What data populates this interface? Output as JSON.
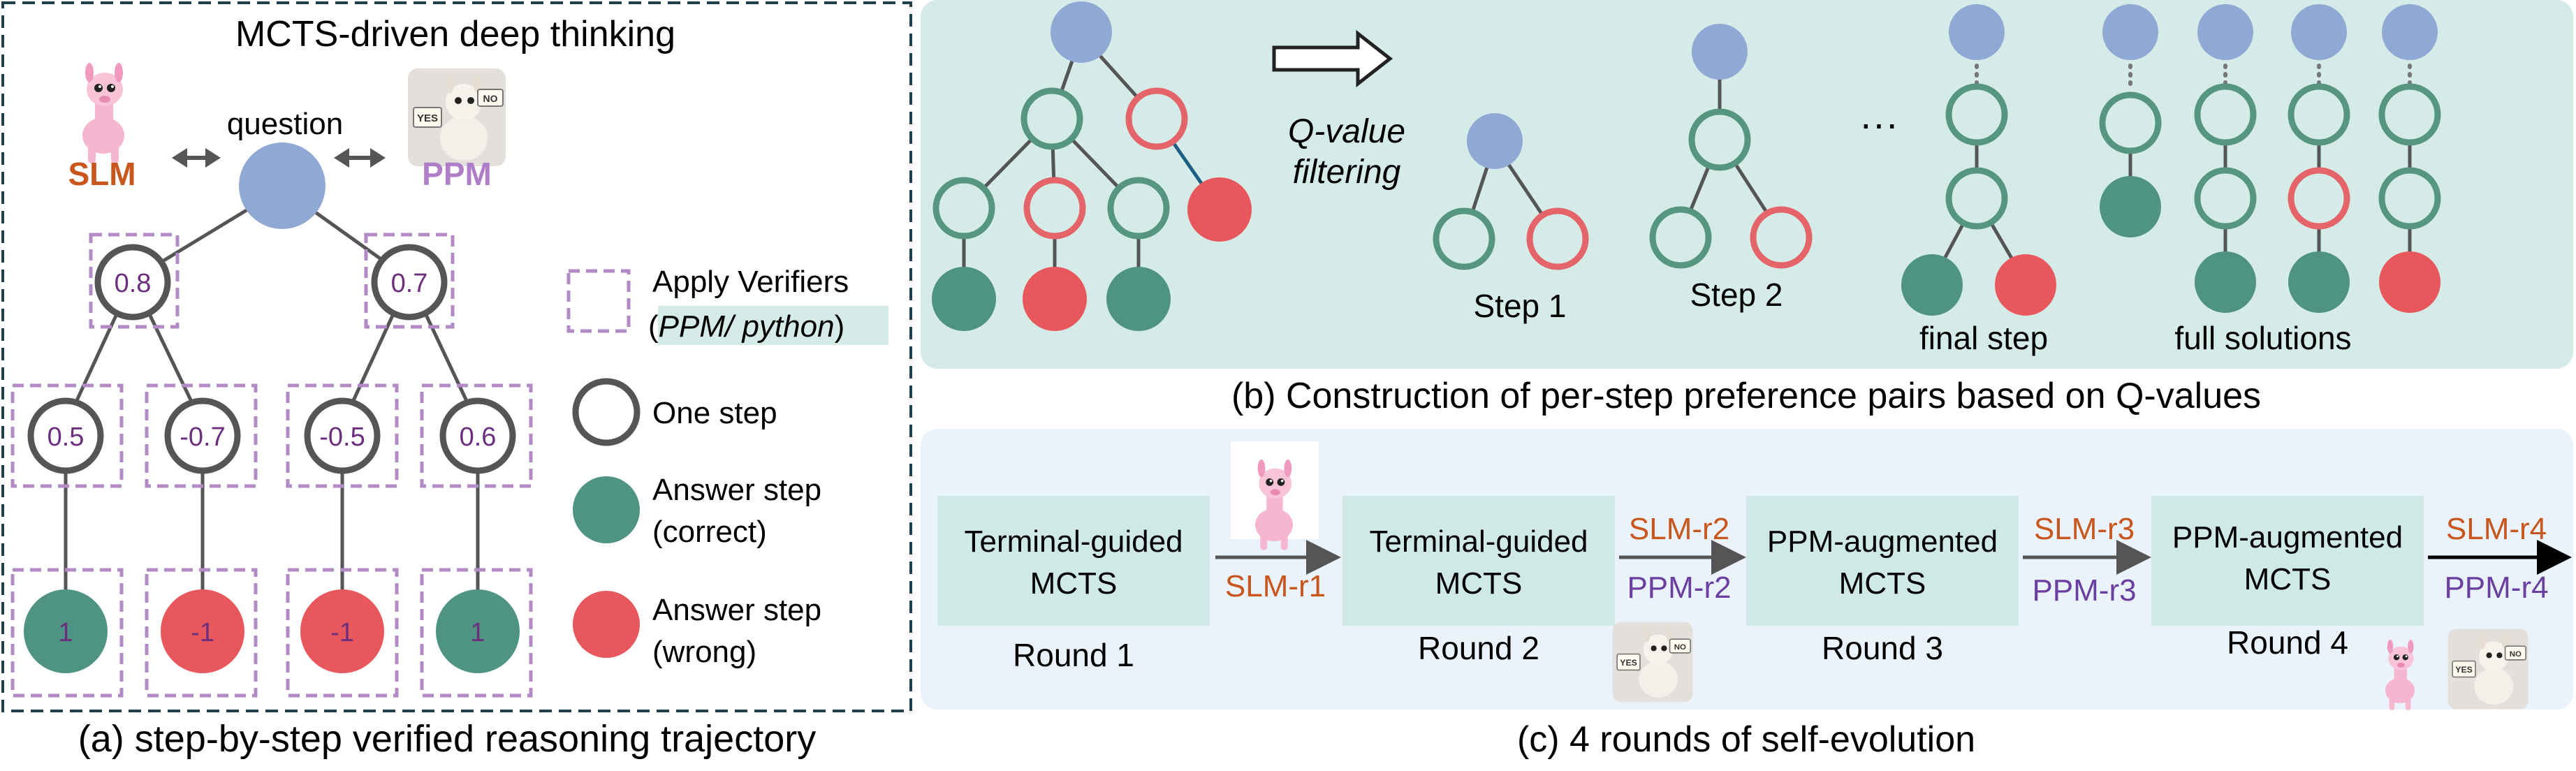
{
  "panel_a": {
    "title": "MCTS-driven deep thinking",
    "slm_label": "SLM",
    "ppm_label": "PPM",
    "question_label": "question",
    "node_values": [
      "0.8",
      "0.7",
      "0.5",
      "-0.7",
      "-0.5",
      "0.6",
      "1",
      "-1",
      "-1",
      "1"
    ],
    "legend": {
      "verifier_line1": "Apply Verifiers",
      "verifier_line2_open": "(",
      "verifier_line2_italic": "PPM/ python",
      "verifier_line2_close": ")",
      "one_step": "One step",
      "answer_correct_line1": "Answer step",
      "answer_correct_line2": "(correct)",
      "answer_wrong_line1": "Answer step",
      "answer_wrong_line2": "(wrong)"
    },
    "caption": "(a) step-by-step verified reasoning trajectory"
  },
  "panel_b": {
    "filter_line1": "Q-value",
    "filter_line2": "filtering",
    "step1": "Step 1",
    "step2": "Step 2",
    "ellipsis": "···",
    "final_step": "final step",
    "full_solutions": "full solutions",
    "caption": "(b) Construction of per-step preference pairs based on Q-values"
  },
  "panel_c": {
    "rounds": [
      {
        "line1": "Terminal-guided",
        "line2": "MCTS",
        "label": "Round 1"
      },
      {
        "line1": "Terminal-guided",
        "line2": "MCTS",
        "label": "Round 2"
      },
      {
        "line1": "PPM-augmented",
        "line2": "MCTS",
        "label": "Round 3"
      },
      {
        "line1": "PPM-augmented",
        "line2": "MCTS",
        "label": "Round 4"
      }
    ],
    "arrows": [
      {
        "top": "",
        "bottom": "SLM-r1"
      },
      {
        "top": "SLM-r2",
        "bottom": "PPM-r2"
      },
      {
        "top": "SLM-r3",
        "bottom": "PPM-r3"
      },
      {
        "top": "SLM-r4",
        "bottom": "PPM-r4"
      }
    ],
    "caption": "(c) 4 rounds of self-evolution"
  },
  "colors": {
    "question_node": "#8fa8d4",
    "correct": "#4f9383",
    "wrong": "#e8575b",
    "step_ring": "#56967f",
    "wrong_ring": "#e5646a",
    "gray_ring": "#555555",
    "verifier_box": "#b28ac6",
    "value_text": "#6b2f7e",
    "slm": "#c8561d",
    "ppm": "#b07ec8",
    "r_ppm": "#6b3fa0",
    "panel_b_bg": "#d5ebe7",
    "panel_c_bg": "#eaf3fb",
    "round_box": "#cfe9e6",
    "panel_a_border": "#1f3f4a"
  },
  "icons": [
    "llama-slm-icon",
    "llama-ppm-icon",
    "yes-no-sign-icon",
    "arrow-icon"
  ]
}
